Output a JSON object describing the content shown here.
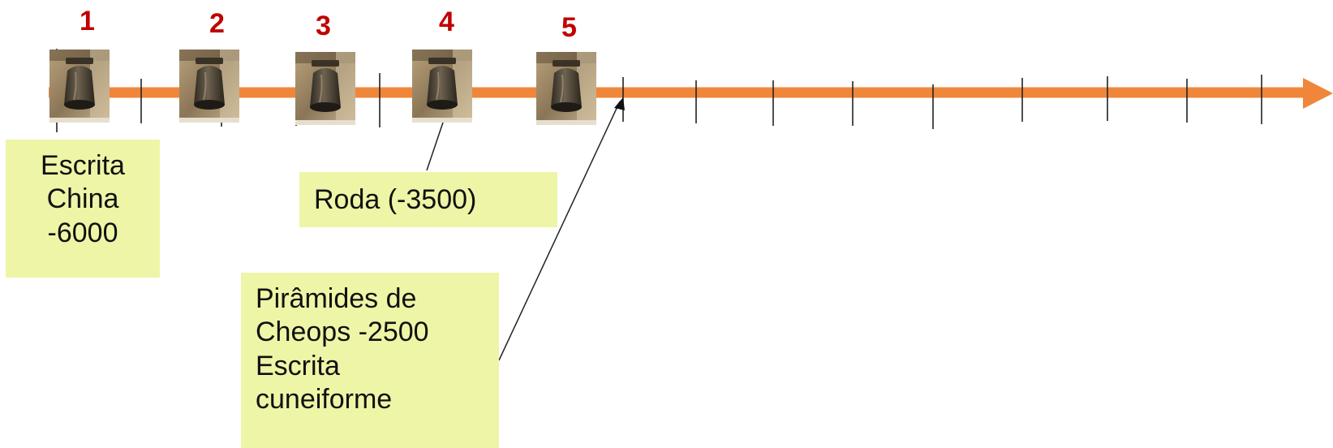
{
  "colors": {
    "axis": "#f0863a",
    "marker_number": "#c00000",
    "note_background": "#eef5a6",
    "tick": "#222222"
  },
  "markers": [
    {
      "number": "1",
      "icon": "bell-icon"
    },
    {
      "number": "2",
      "icon": "bell-icon"
    },
    {
      "number": "3",
      "icon": "bell-icon"
    },
    {
      "number": "4",
      "icon": "bell-icon"
    },
    {
      "number": "5",
      "icon": "bell-icon"
    }
  ],
  "notes": {
    "escrita_china": "Escrita\nChina\n-6000",
    "roda": "Roda (-3500)",
    "piramides": "Pirâmides de\nCheops  -2500\nEscrita\ncuneiforme"
  },
  "axis": {
    "arrow_icon": "arrow-right-icon"
  }
}
